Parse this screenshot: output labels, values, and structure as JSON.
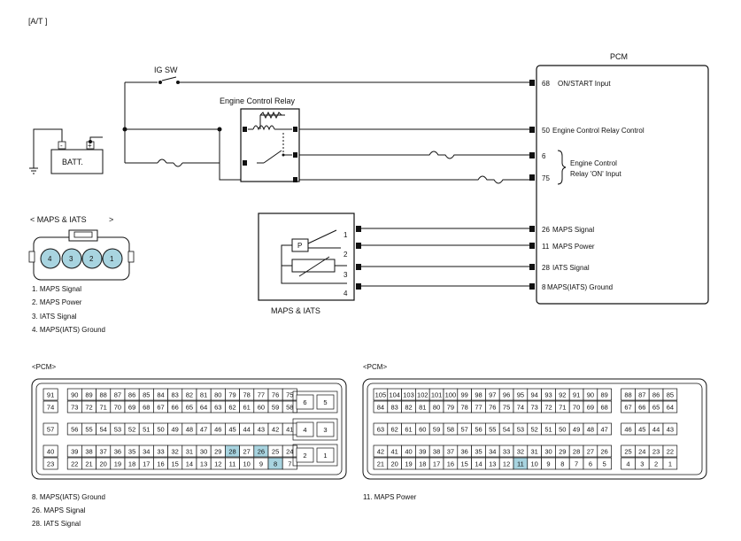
{
  "page": {
    "label": "[A/T ]"
  },
  "circuit": {
    "ig_sw": "IG SW",
    "relay": "Engine Control Relay",
    "battery": "BATT.",
    "battery_minus": "-",
    "battery_plus": "+",
    "pcm": "PCM",
    "maps_box_label": "MAPS & IATS",
    "sensor_p": "P",
    "sensor_pins": [
      "1",
      "2",
      "3",
      "4"
    ],
    "pcm_pins": [
      {
        "num": "68",
        "label": "ON/START Input"
      },
      {
        "num": "50",
        "label": "Engine Control Relay Control"
      },
      {
        "num": "6",
        "label": ""
      },
      {
        "num": "75",
        "label": ""
      },
      {
        "num": "26",
        "label": "MAPS Signal"
      },
      {
        "num": "11",
        "label": "MAPS Power"
      },
      {
        "num": "28",
        "label": "IATS Signal"
      },
      {
        "num": "8",
        "label": "MAPS(IATS) Ground"
      }
    ],
    "brace_label_1": "Engine Control",
    "brace_label_2": "Relay 'ON' Input"
  },
  "maps_connector": {
    "title": "< MAPS & IATS",
    "title_end": ">",
    "pins": [
      "4",
      "3",
      "2",
      "1"
    ],
    "legend": [
      "1.  MAPS Signal",
      "2.  MAPS Power",
      "3. IATS Signal",
      "4.  MAPS(IATS) Ground"
    ]
  },
  "pcm_left": {
    "title": "<PCM>",
    "highlight": [
      "8",
      "26",
      "28"
    ],
    "rows": [
      [
        "91",
        "",
        "90",
        "89",
        "88",
        "87",
        "86",
        "85",
        "84",
        "83",
        "82",
        "81",
        "80",
        "79",
        "78",
        "77",
        "76",
        "75"
      ],
      [
        "74",
        "",
        "73",
        "72",
        "71",
        "70",
        "69",
        "68",
        "67",
        "66",
        "65",
        "64",
        "63",
        "62",
        "61",
        "60",
        "59",
        "58"
      ],
      [
        "57",
        "",
        "56",
        "55",
        "54",
        "53",
        "52",
        "51",
        "50",
        "49",
        "48",
        "47",
        "46",
        "45",
        "44",
        "43",
        "42",
        "41"
      ],
      [
        "40",
        "",
        "39",
        "38",
        "37",
        "36",
        "35",
        "34",
        "33",
        "32",
        "31",
        "30",
        "29",
        "28",
        "27",
        "26",
        "25",
        "24"
      ],
      [
        "23",
        "",
        "22",
        "21",
        "20",
        "19",
        "18",
        "17",
        "16",
        "15",
        "14",
        "13",
        "12",
        "11",
        "10",
        "9",
        "8",
        "7"
      ]
    ],
    "side": [
      [
        "6",
        "5"
      ],
      [
        "4",
        "3"
      ],
      [
        "2",
        "1"
      ]
    ],
    "legend": [
      "8.  MAPS(IATS) Ground",
      "26. MAPS Signal",
      "28.   IATS Signal"
    ]
  },
  "pcm_right": {
    "title": "<PCM>",
    "highlight": [
      "11"
    ],
    "rows": [
      [
        "105",
        "104",
        "103",
        "102",
        "101",
        "100",
        "99",
        "98",
        "97",
        "96",
        "95",
        "94",
        "93",
        "92",
        "91",
        "90",
        "89",
        "",
        "88",
        "87",
        "86",
        "85"
      ],
      [
        "84",
        "83",
        "82",
        "81",
        "80",
        "79",
        "78",
        "77",
        "76",
        "75",
        "74",
        "73",
        "72",
        "71",
        "70",
        "69",
        "68",
        "",
        "67",
        "66",
        "65",
        "64"
      ],
      [
        "63",
        "62",
        "61",
        "60",
        "59",
        "58",
        "57",
        "56",
        "55",
        "54",
        "53",
        "52",
        "51",
        "50",
        "49",
        "48",
        "47",
        "",
        "46",
        "45",
        "44",
        "43"
      ],
      [
        "42",
        "41",
        "40",
        "39",
        "38",
        "37",
        "36",
        "35",
        "34",
        "33",
        "32",
        "31",
        "30",
        "29",
        "28",
        "27",
        "26",
        "",
        "25",
        "24",
        "23",
        "22"
      ],
      [
        "21",
        "20",
        "19",
        "18",
        "17",
        "16",
        "15",
        "14",
        "13",
        "12",
        "11",
        "10",
        "9",
        "8",
        "7",
        "6",
        "5",
        "",
        "4",
        "3",
        "2",
        "1"
      ]
    ],
    "legend": [
      "11.    MAPS Power"
    ]
  },
  "colors": {
    "highlight": "#a8d4e0",
    "line": "#111111",
    "pin_fill": "#a8d4e0"
  }
}
